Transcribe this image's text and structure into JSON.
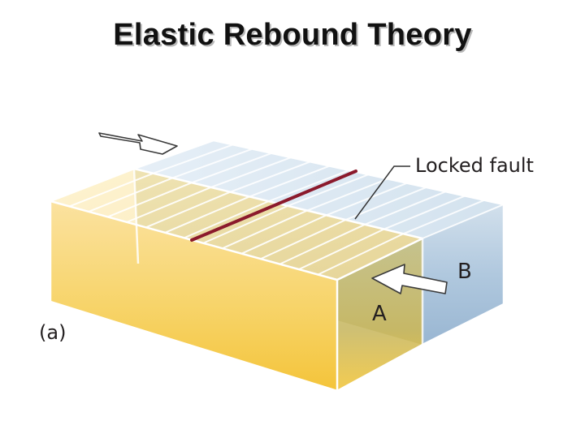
{
  "slide": {
    "title": "Elastic Rebound Theory"
  },
  "diagram": {
    "panel_label": "(a)",
    "fault_label": "Locked fault",
    "block_a_label": "A",
    "block_b_label": "B",
    "colors": {
      "block_a_front": "#f5cf58",
      "block_a_top": "#fbe6a6",
      "block_b_top": "#dfeaf3",
      "block_b_side": "#a9c4dd",
      "fault_plane": "#b3b37a",
      "fault_trace": "#8b1a2c",
      "arrow_fill": "#ffffff",
      "arrow_stroke": "#3a3a3a"
    }
  }
}
